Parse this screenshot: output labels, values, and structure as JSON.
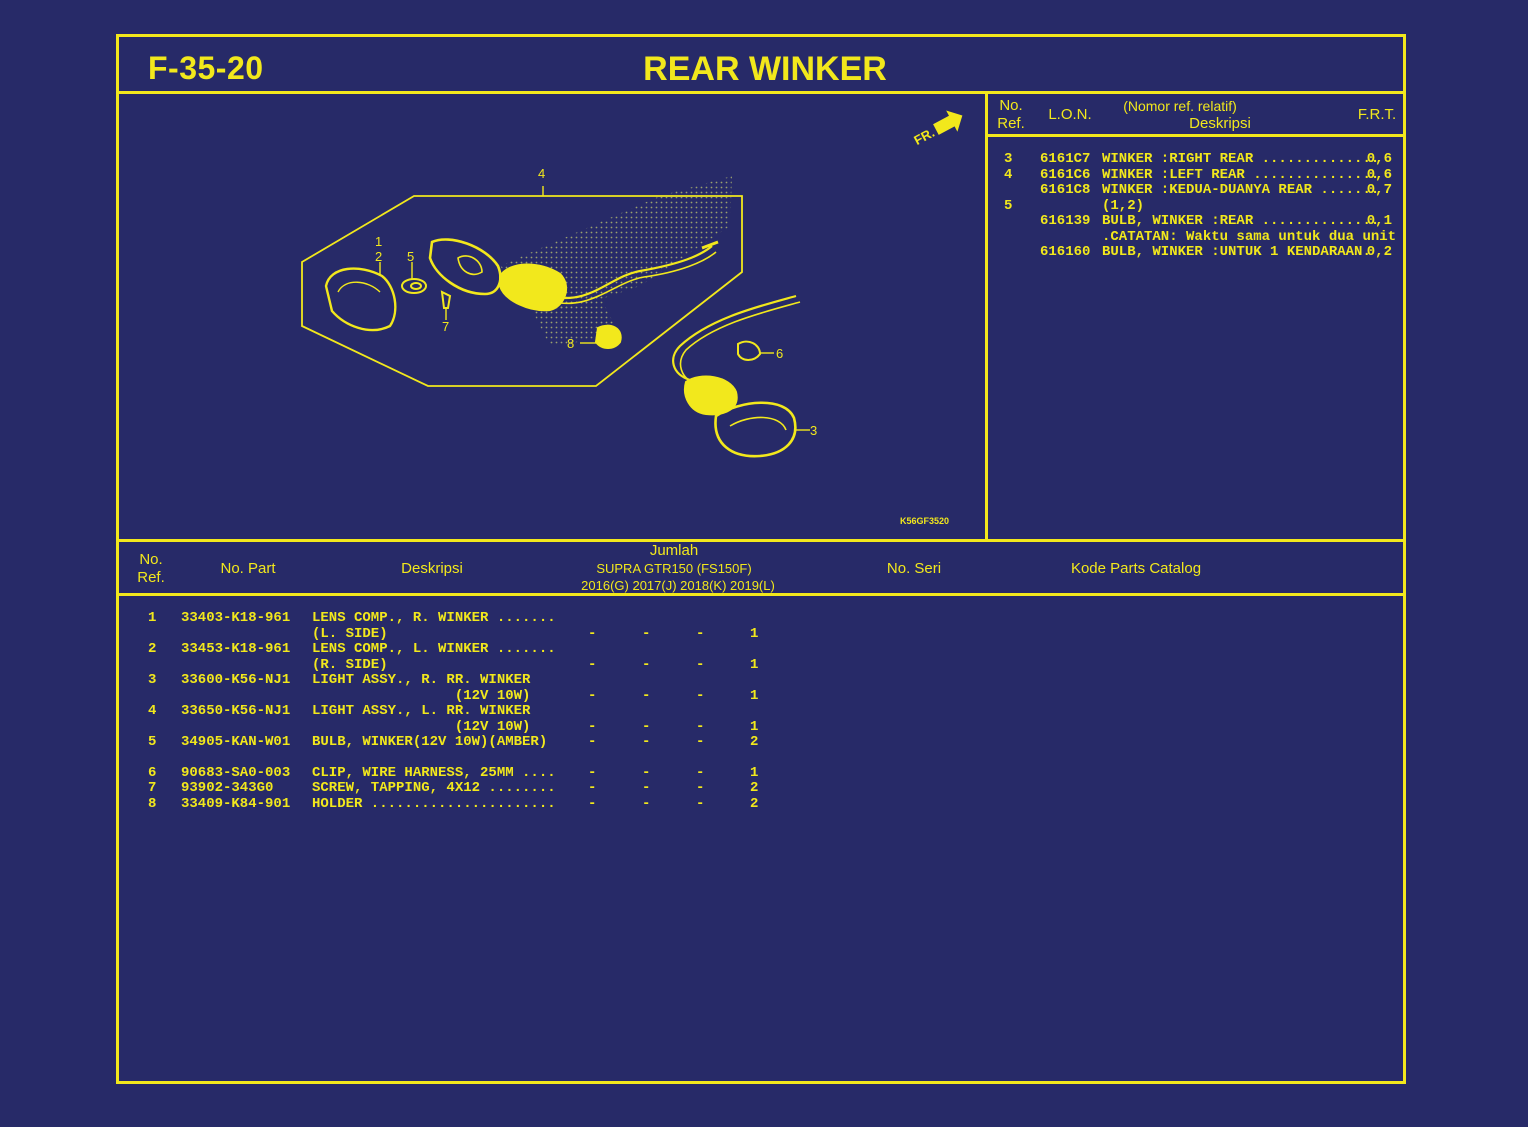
{
  "header": {
    "figure_code": "F-35-20",
    "title": "REAR WINKER"
  },
  "lon_table": {
    "headers": {
      "no_ref": "No.\nRef.",
      "lon": "L.O.N.",
      "nomor": "(Nomor ref. relatif)",
      "deskripsi": "Deskripsi",
      "frt": "F.R.T."
    },
    "rows": [
      {
        "ref": "3",
        "lon": "6161C7",
        "desc": "WINKER :RIGHT REAR ..............",
        "frt": "0,6"
      },
      {
        "ref": "4",
        "lon": "6161C6",
        "desc": "WINKER :LEFT REAR ...............",
        "frt": "0,6"
      },
      {
        "ref": "",
        "lon": "6161C8",
        "desc": "WINKER :KEDUA-DUANYA REAR .......",
        "frt": "0,7"
      },
      {
        "ref": "5",
        "lon": "",
        "desc": "(1,2)",
        "frt": ""
      },
      {
        "ref": "",
        "lon": "616139",
        "desc": "BULB, WINKER :REAR ..............",
        "frt": "0,1"
      },
      {
        "ref": "",
        "lon": "",
        "desc": ".CATATAN: Waktu sama untuk dua unit",
        "frt": ""
      },
      {
        "ref": "",
        "lon": "616160",
        "desc": "BULB, WINKER :UNTUK 1 KENDARAAN.",
        "frt": "0,2"
      }
    ]
  },
  "diagram": {
    "fr_label": "FR.",
    "image_code": "K56GF3520",
    "callouts": [
      "1",
      "2",
      "3",
      "4",
      "5",
      "6",
      "7",
      "8"
    ]
  },
  "parts_table": {
    "headers": {
      "no_ref": "No.\nRef.",
      "no_part": "No. Part",
      "deskripsi": "Deskripsi",
      "jumlah": "Jumlah",
      "model": "SUPRA GTR150 (FS150F)",
      "years": "2016(G) 2017(J) 2018(K) 2019(L)",
      "no_seri": "No. Seri",
      "kode": "Kode Parts Catalog"
    },
    "rows": [
      {
        "ref": "1",
        "part": "33403-K18-961",
        "desc": [
          "LENS COMP., R. WINKER .......",
          "(L. SIDE)"
        ],
        "qty": [
          "-",
          "-",
          "-",
          "1"
        ]
      },
      {
        "ref": "2",
        "part": "33453-K18-961",
        "desc": [
          "LENS COMP., L. WINKER .......",
          "(R. SIDE)"
        ],
        "qty": [
          "-",
          "-",
          "-",
          "1"
        ]
      },
      {
        "ref": "3",
        "part": "33600-K56-NJ1",
        "desc": [
          "LIGHT ASSY., R. RR. WINKER",
          "                 (12V 10W)"
        ],
        "qty": [
          "-",
          "-",
          "-",
          "1"
        ]
      },
      {
        "ref": "4",
        "part": "33650-K56-NJ1",
        "desc": [
          "LIGHT ASSY., L. RR. WINKER",
          "                 (12V 10W)"
        ],
        "qty": [
          "-",
          "-",
          "-",
          "1"
        ]
      },
      {
        "ref": "5",
        "part": "34905-KAN-W01",
        "desc": [
          "BULB, WINKER(12V 10W)(AMBER)"
        ],
        "qty": [
          "-",
          "-",
          "-",
          "2"
        ]
      },
      {
        "ref": "6",
        "part": "90683-SA0-003",
        "desc": [
          "CLIP, WIRE HARNESS, 25MM ...."
        ],
        "qty": [
          "-",
          "-",
          "-",
          "1"
        ]
      },
      {
        "ref": "7",
        "part": "93902-343G0",
        "desc": [
          "SCREW, TAPPING, 4X12 ........"
        ],
        "qty": [
          "-",
          "-",
          "-",
          "2"
        ]
      },
      {
        "ref": "8",
        "part": "33409-K84-901",
        "desc": [
          "HOLDER ......................"
        ],
        "qty": [
          "-",
          "-",
          "-",
          "2"
        ]
      }
    ]
  },
  "colors": {
    "background": "#272a68",
    "line": "#f2e81c"
  }
}
